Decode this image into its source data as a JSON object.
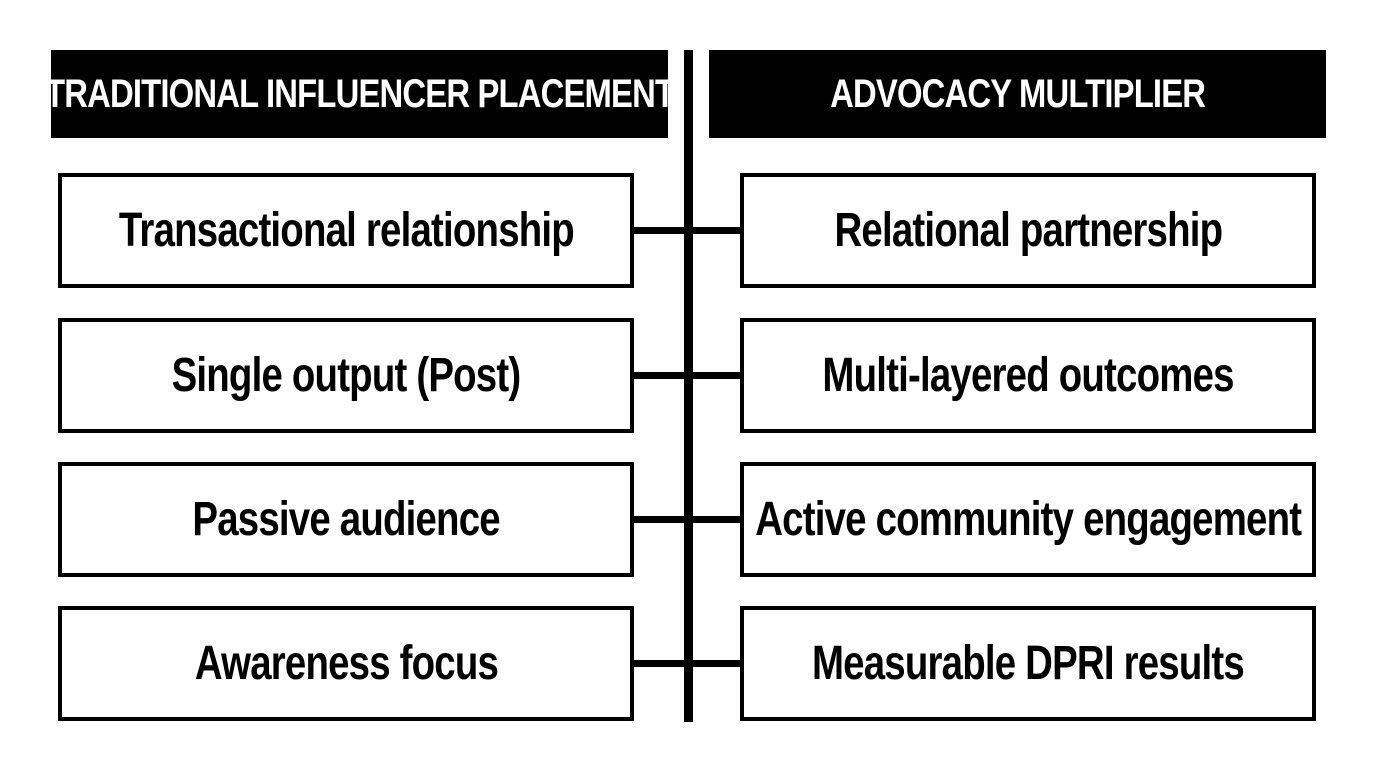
{
  "headers": {
    "left": "TRADITIONAL INFLUENCER PLACEMENT",
    "right": "ADVOCACY MULTIPLIER"
  },
  "rows": [
    {
      "left": "Transactional relationship",
      "right": "Relational partnership"
    },
    {
      "left": "Single output (Post)",
      "right": "Multi-layered outcomes"
    },
    {
      "left": "Passive audience",
      "right": "Active community engagement"
    },
    {
      "left": "Awareness focus",
      "right": "Measurable DPRI results"
    }
  ],
  "colors": {
    "foreground": "#000000",
    "background": "#ffffff"
  }
}
